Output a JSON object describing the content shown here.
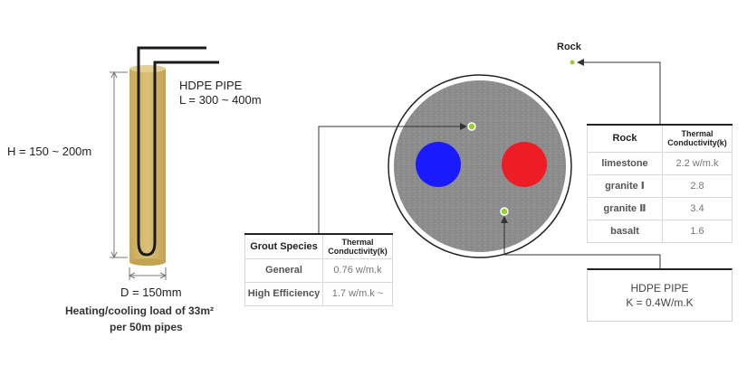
{
  "borehole": {
    "pipe_title": "HDPE PIPE",
    "pipe_length": "L = 300 ~ 400m",
    "depth": "H = 150 ~ 200m",
    "diameter": "D = 150mm",
    "caption_line1": "Heating/cooling load of 33m²",
    "caption_line2": "per 50m pipes"
  },
  "rock": {
    "label": "Rock",
    "table": {
      "headers": [
        "Rock",
        "Thermal Conductivity(k)"
      ],
      "rows": [
        {
          "name": "limestone",
          "value": "2.2 w/m.k"
        },
        {
          "name": "granite Ⅰ",
          "value": "2.8"
        },
        {
          "name": "granite Ⅱ",
          "value": "3.4"
        },
        {
          "name": "basalt",
          "value": "1.6"
        }
      ]
    }
  },
  "grout": {
    "table": {
      "headers": [
        "Grout Species",
        "Thermal Conductivity(k)"
      ],
      "rows": [
        {
          "name": "General",
          "value": "0.76 w/m.k"
        },
        {
          "name": "High Efficiency",
          "value": "1.7 w/m.k ~"
        }
      ]
    }
  },
  "hdpe": {
    "title": "HDPE PIPE",
    "k_value": "K = 0.4W/m.K"
  },
  "colors": {
    "borehole_fill": "#d4b463",
    "grout_gray": "#8c8c8c",
    "cold_pipe": "#1a1aff",
    "hot_pipe": "#ee1c24",
    "rock_marker": "#9acd32"
  }
}
